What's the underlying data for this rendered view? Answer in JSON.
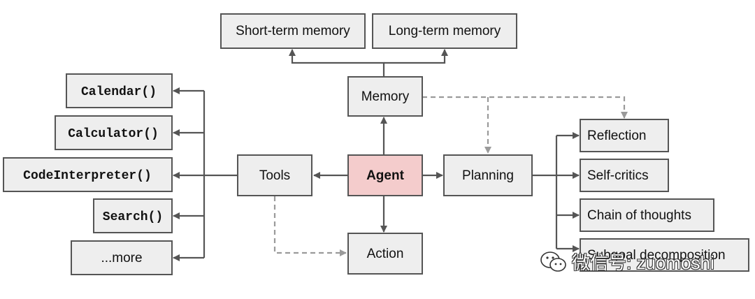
{
  "nodes": {
    "short_term_memory": "Short-term memory",
    "long_term_memory": "Long-term memory",
    "memory": "Memory",
    "agent": "Agent",
    "tools": "Tools",
    "planning": "Planning",
    "action": "Action",
    "calendar": "Calendar()",
    "calculator": "Calculator()",
    "code_interpreter": "CodeInterpreter()",
    "search": "Search()",
    "more": "...more",
    "reflection": "Reflection",
    "self_critics": "Self-critics",
    "chain_of_thoughts": "Chain of thoughts",
    "subgoal_decomposition": "Subgoal decomposition"
  },
  "watermark": {
    "text": "微信号: zuomoshi",
    "icon": "wechat-icon"
  },
  "colors": {
    "agent_fill": "#f4cccc",
    "box_fill": "#eeeeee",
    "line": "#555555",
    "dashed_line": "#9a9a9a"
  }
}
